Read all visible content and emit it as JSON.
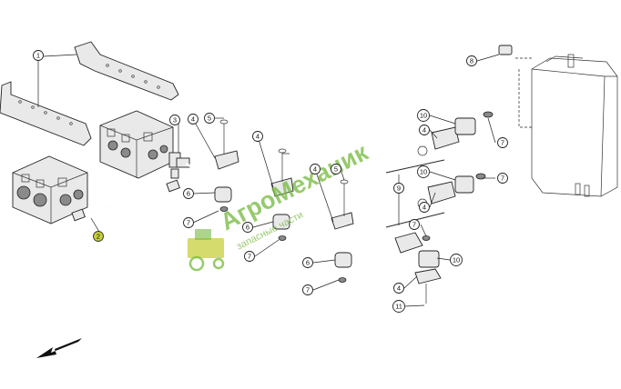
{
  "diagram": {
    "callouts": [
      {
        "id": "c1",
        "label": "1"
      },
      {
        "id": "c2",
        "label": "2",
        "highlighted": true
      },
      {
        "id": "c3",
        "label": "3"
      },
      {
        "id": "c4a",
        "label": "4"
      },
      {
        "id": "c5a",
        "label": "5"
      },
      {
        "id": "c4b",
        "label": "4"
      },
      {
        "id": "c4c",
        "label": "4"
      },
      {
        "id": "c5b",
        "label": "5"
      },
      {
        "id": "c6a",
        "label": "6"
      },
      {
        "id": "c7a",
        "label": "7"
      },
      {
        "id": "c6b",
        "label": "6"
      },
      {
        "id": "c7b",
        "label": "7"
      },
      {
        "id": "c6c",
        "label": "6"
      },
      {
        "id": "c7c",
        "label": "7"
      },
      {
        "id": "c8",
        "label": "8"
      },
      {
        "id": "c10a",
        "label": "10"
      },
      {
        "id": "c4d",
        "label": "4"
      },
      {
        "id": "c7d",
        "label": "7"
      },
      {
        "id": "c10b",
        "label": "10"
      },
      {
        "id": "c7e",
        "label": "7"
      },
      {
        "id": "c9",
        "label": "9"
      },
      {
        "id": "c4e",
        "label": "4"
      },
      {
        "id": "c7f",
        "label": "7"
      },
      {
        "id": "c10c",
        "label": "10"
      },
      {
        "id": "c4f",
        "label": "4"
      },
      {
        "id": "c11",
        "label": "11"
      }
    ],
    "highlight_color": "#c7cf3b"
  },
  "watermark": {
    "title": "АгроМеханик",
    "subtitle": "запасные части",
    "color": "#74b93d"
  }
}
